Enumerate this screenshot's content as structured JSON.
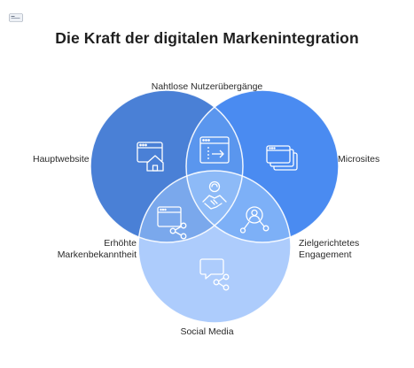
{
  "title": "Die Kraft der digitalen Markenintegration",
  "logo": {
    "icon": "napkin-logo-icon"
  },
  "diagram": {
    "type": "venn",
    "sets": [
      {
        "id": "hauptwebsite",
        "label": "Hauptwebsite",
        "color": "#4a80d6",
        "icon": "website-home-icon"
      },
      {
        "id": "microsites",
        "label": "Microsites",
        "color": "#4a8bf1",
        "icon": "stacked-windows-icon"
      },
      {
        "id": "social-media",
        "label": "Social Media",
        "color": "#9fc3fb",
        "icon": "share-message-icon"
      }
    ],
    "intersections": [
      {
        "between": [
          "hauptwebsite",
          "microsites"
        ],
        "label": "Nahtlose Nutzerübergänge",
        "icon": "window-arrow-icon"
      },
      {
        "between": [
          "hauptwebsite",
          "social-media"
        ],
        "label_lines": [
          "Erhöhte",
          "Markenbekanntheit"
        ],
        "icon": "window-share-icon"
      },
      {
        "between": [
          "microsites",
          "social-media"
        ],
        "label_lines": [
          "Zielgerichtetes",
          "Engagement"
        ],
        "icon": "target-user-icon"
      },
      {
        "between": [
          "hauptwebsite",
          "microsites",
          "social-media"
        ],
        "label": "",
        "icon": "handshake-icon"
      }
    ]
  }
}
